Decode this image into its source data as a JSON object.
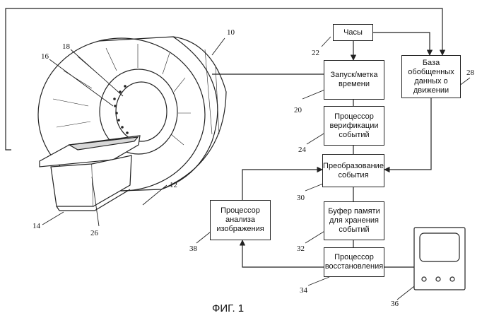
{
  "figure": {
    "caption": "ФИГ. 1",
    "blocks": {
      "clock": "Часы",
      "start_timestamp": "Запуск/метка\nвремени",
      "motion_database": "База обобщенных\nданных о движении",
      "event_verification": "Процессор\nверификации\nсобытий",
      "event_transform": "Преобразование\nсобытия",
      "image_analysis": "Процессор\nанализа\nизображения",
      "event_buffer": "Буфер памяти\nдля хранения\nсобытий",
      "reconstruction": "Процессор\nвосстановления"
    },
    "reference_numbers": {
      "scanner": "10",
      "gantry": "12",
      "patient_support": "14",
      "detector_ring": "16",
      "bore": "18",
      "start_timestamp": "20",
      "clock": "22",
      "event_verification": "24",
      "table": "26",
      "motion_database": "28",
      "event_transform": "30",
      "event_buffer": "32",
      "reconstruction": "34",
      "display": "36",
      "image_analysis": "38"
    }
  }
}
